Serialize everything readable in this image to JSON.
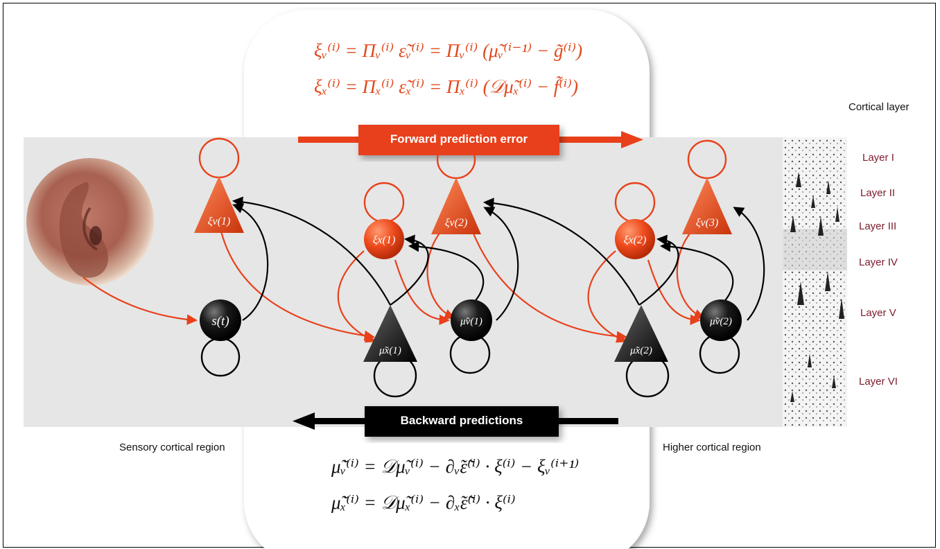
{
  "equations": {
    "forward_v": "ξᵥ⁽ⁱ⁾ = Πᵥ⁽ⁱ⁾ ε̃ᵥ⁽ⁱ⁾ = Πᵥ⁽ⁱ⁾ (μ̃ᵥ⁽ⁱ⁻¹⁾ − g̃⁽ⁱ⁾)",
    "forward_x": "ξₓ⁽ⁱ⁾ = Πₓ⁽ⁱ⁾ ε̃ₓ⁽ⁱ⁾ = Πₓ⁽ⁱ⁾ (𝒟μ̃ₓ⁽ⁱ⁾ − f̃⁽ⁱ⁾)",
    "backward_v": "μ̃̇ᵥ⁽ⁱ⁾ = 𝒟μ̃ᵥ⁽ⁱ⁾ − ∂ᵥ̃ε̃⁽ⁱ⁾ · ξ⁽ⁱ⁾ − ξᵥ⁽ⁱ⁺¹⁾",
    "backward_x": "μ̃̇ₓ⁽ⁱ⁾ = 𝒟μ̃ₓ⁽ⁱ⁾ − ∂ₓ̃ε̃⁽ⁱ⁾ · ξ⁽ⁱ⁾"
  },
  "labels": {
    "forward": "Forward prediction error",
    "backward": "Backward predictions",
    "cortical_layer": "Cortical layer",
    "sensory_region": "Sensory cortical region",
    "higher_region": "Higher cortical region"
  },
  "layers": [
    "Layer I",
    "Layer II",
    "Layer III",
    "Layer IV",
    "Layer V",
    "Layer VI"
  ],
  "nodes": {
    "xi_v1": "ξv(1)",
    "xi_v2": "ξv(2)",
    "xi_v3": "ξv(3)",
    "xi_x1": "ξx(1)",
    "xi_x2": "ξx(2)",
    "s_t": "s(t)",
    "mu_x1": "μ̃x(1)",
    "mu_v1": "μ̃v(1)",
    "mu_x2": "μ̃x(2)",
    "mu_v2": "μ̃v(2)"
  },
  "colors": {
    "error": "#e8401a",
    "prediction": "#000000",
    "background_band": "#e6e6e6",
    "layer_text": "#7a1a2a"
  },
  "icons": {
    "ear": "ear-photo",
    "histology": "cortical-layers-histology"
  }
}
